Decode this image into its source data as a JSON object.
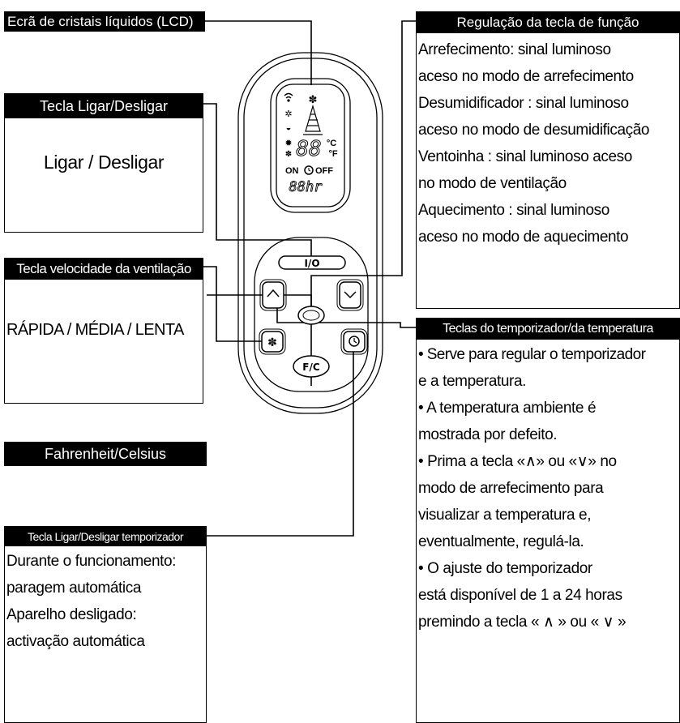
{
  "lcd": {
    "title": "Ecrã de cristais líquidos (LCD)",
    "digits": "88",
    "unit_c": "°C",
    "unit_f": "°F",
    "on_label": "ON",
    "off_label": "OFF",
    "hours": "88hr"
  },
  "power": {
    "title": "Tecla Ligar/Desligar",
    "text": "Ligar / Desligar"
  },
  "fan_speed": {
    "title": "Tecla velocidade da ventilação",
    "text": "RÁPIDA / MÉDIA /  LENTA"
  },
  "fc": {
    "title": "Fahrenheit/Celsius"
  },
  "timer_onoff": {
    "title": "Tecla Ligar/Desligar temporizador",
    "lines": [
      "Durante o funcionamento:",
      "paragem automática",
      "Aparelho desligado:",
      "activação automática"
    ]
  },
  "function_key": {
    "title": "Regulação da tecla de função",
    "lines": [
      "Arrefecimento: sinal luminoso",
      "aceso no modo de arrefecimento",
      "Desumidificador : sinal luminoso",
      "aceso no modo de desumidificação",
      "Ventoinha : sinal luminoso aceso",
      "no modo de ventilação",
      "Aquecimento : sinal luminoso",
      "aceso no modo de aquecimento"
    ]
  },
  "timer_temp": {
    "title": "Teclas do temporizador/da temperatura",
    "lines": [
      "• Serve para regular o temporizador",
      "e a temperatura.",
      "• A temperatura ambiente é",
      "mostrada por defeito.",
      "• Prima a tecla «∧» ou «∨» no",
      "modo de arrefecimento para",
      "visualizar a temperatura e,",
      "eventualmente, regulá-la.",
      "• O ajuste do temporizador",
      "está disponível de 1 a 24 horas",
      "premindo a tecla « ∧ » ou « ∨ »"
    ]
  },
  "remote": {
    "power_label": "I/O",
    "fc_label": "F/C"
  }
}
